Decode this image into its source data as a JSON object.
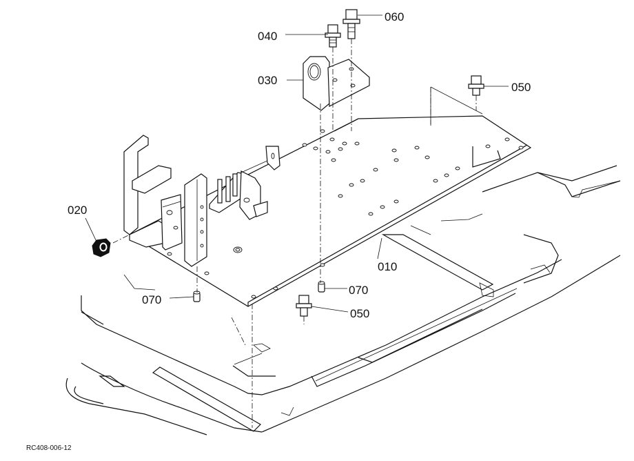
{
  "callouts": [
    {
      "id": "010",
      "text": "010"
    },
    {
      "id": "020",
      "text": "020"
    },
    {
      "id": "030",
      "text": "030"
    },
    {
      "id": "040",
      "text": "040"
    },
    {
      "id": "050a",
      "text": "050"
    },
    {
      "id": "050b",
      "text": "050"
    },
    {
      "id": "060",
      "text": "060"
    },
    {
      "id": "070a",
      "text": "070"
    },
    {
      "id": "070b",
      "text": "070"
    }
  ],
  "reference_code": "RC408-006-12"
}
